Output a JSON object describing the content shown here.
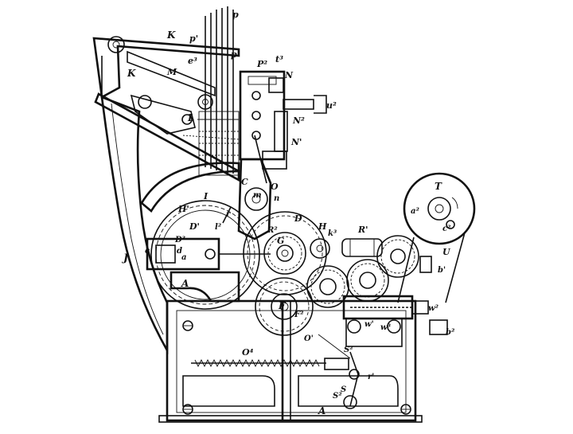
{
  "figure": {
    "background": "#ffffff",
    "ink": "#111111",
    "labels": {
      "p": "p",
      "p1": "p'",
      "p1b": "p'",
      "K_top": "K",
      "K_left": "K",
      "M": "M",
      "e3": "e³",
      "P2": "P²",
      "t3": "t³",
      "N_top": "N",
      "u2": "u²",
      "N2": "N²",
      "N1": "N'",
      "L": "L",
      "C": "C",
      "m": "m",
      "O": "O",
      "n": "n",
      "I": "I",
      "H1": "H'",
      "D1": "D'",
      "l2": "l²",
      "r": "r",
      "D": "D",
      "H": "H",
      "k3": "k³",
      "R1": "R'",
      "G": "G",
      "R2": "R²",
      "D3": "D³",
      "d": "d",
      "c": "c",
      "a": "a",
      "J": "J",
      "A_left": "A",
      "F": "F",
      "F2": "F²",
      "O1": "O'",
      "T": "T",
      "a2": "a²",
      "c2": "c²",
      "U": "U",
      "b1": "b'",
      "w2": "w²",
      "b2": "b²",
      "w1": "w'",
      "w3": "w³",
      "S2_upper": "S²",
      "O4": "O⁴",
      "r1": "r'",
      "S2_lower": "S²",
      "S": "S",
      "A_bottom": "A"
    }
  }
}
